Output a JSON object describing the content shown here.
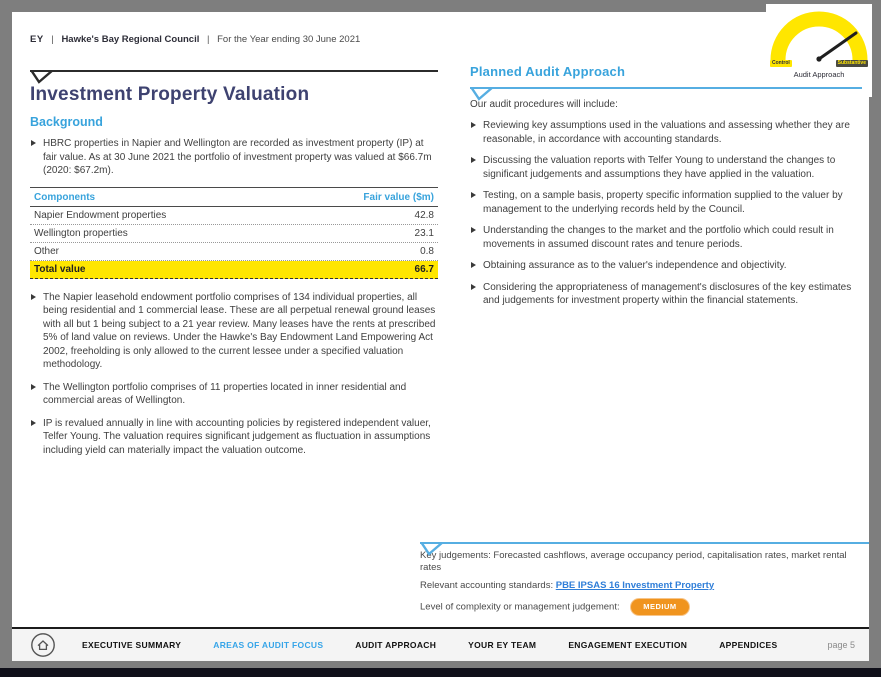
{
  "meta": {
    "brand": "EY",
    "separator": "|",
    "client": "Hawke's Bay Regional Council",
    "period": "For the Year ending 30 June 2021"
  },
  "gauge": {
    "left_label": "Control",
    "right_label": "Substantive",
    "caption": "Audit Approach"
  },
  "left": {
    "title": "Investment Property Valuation",
    "section_heading": "Background",
    "bullet_intro": "HBRC properties in Napier and Wellington are recorded as investment property (IP) at fair value. As at 30 June 2021 the portfolio of investment property was valued at $66.7m (2020: $67.2m).",
    "table": {
      "col1": "Components",
      "col2": "Fair value ($m)",
      "rows": [
        {
          "label": "Napier Endowment properties",
          "value": "42.8"
        },
        {
          "label": "Wellington properties",
          "value": "23.1"
        },
        {
          "label": "Other",
          "value": "0.8"
        }
      ],
      "total_label": "Total value",
      "total_value": "66.7"
    },
    "bullets": [
      "The Napier leasehold endowment portfolio comprises of 134 individual properties, all being residential and 1 commercial lease. These are all perpetual renewal ground leases with all but 1 being subject to a 21 year review. Many leases have the rents at prescribed 5% of land value on reviews. Under the Hawke's Bay Endowment Land Empowering Act 2002, freeholding is only allowed to the current lessee under a specified valuation methodology.",
      "The Wellington portfolio comprises of 11 properties located in inner residential and commercial areas of Wellington.",
      "IP is revalued annually in line with accounting policies by registered independent valuer, Telfer Young. The valuation requires significant judgement as fluctuation in assumptions including yield can materially impact the valuation outcome."
    ]
  },
  "right": {
    "heading": "Planned Audit Approach",
    "intro": "Our audit procedures will include:",
    "bullets": [
      "Reviewing key assumptions used in the valuations and assessing whether they are reasonable, in accordance with accounting standards.",
      "Discussing the valuation reports with Telfer Young to understand the changes to significant judgements and assumptions they have applied in the valuation.",
      "Testing, on a sample basis, property specific information supplied to the valuer by management to the underlying records held by the Council.",
      "Understanding the changes to the market and the portfolio which could result in movements in assumed discount rates and tenure periods.",
      "Obtaining assurance as to the valuer's independence and objectivity.",
      "Considering the appropriateness of management's disclosures of the key estimates and judgements for investment property within the financial statements."
    ],
    "footer": {
      "key_judgements": "Key judgements: Forecasted cashflows, average occupancy period, capitalisation rates, market rental rates",
      "standards_prefix": "Relevant accounting standards: ",
      "standards_link": "PBE IPSAS 16 Investment Property",
      "complexity_prefix": "Level of complexity or management judgement:",
      "complexity_badge": "MEDIUM"
    }
  },
  "nav": {
    "items": [
      {
        "label": "EXECUTIVE SUMMARY"
      },
      {
        "label": "AREAS OF AUDIT FOCUS"
      },
      {
        "label": "AUDIT APPROACH"
      },
      {
        "label": "YOUR EY TEAM"
      },
      {
        "label": "ENGAGEMENT EXECUTION"
      },
      {
        "label": "APPENDICES"
      }
    ],
    "page": "page 5"
  },
  "colors": {
    "accent_blue": "#38A3DC",
    "ey_yellow": "#FFE600",
    "title_navy": "#3E4270",
    "badge_orange": "#F0941E",
    "link_blue": "#2F7ED8",
    "viewer_gray": "#7e7e7e"
  }
}
